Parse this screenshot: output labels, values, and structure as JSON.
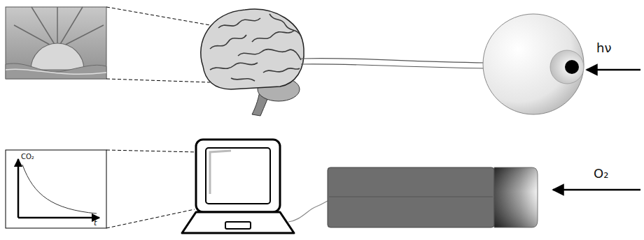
{
  "diagram": {
    "labels": [
      "hν",
      "O₂",
      "CO₂",
      "t"
    ]
  }
}
